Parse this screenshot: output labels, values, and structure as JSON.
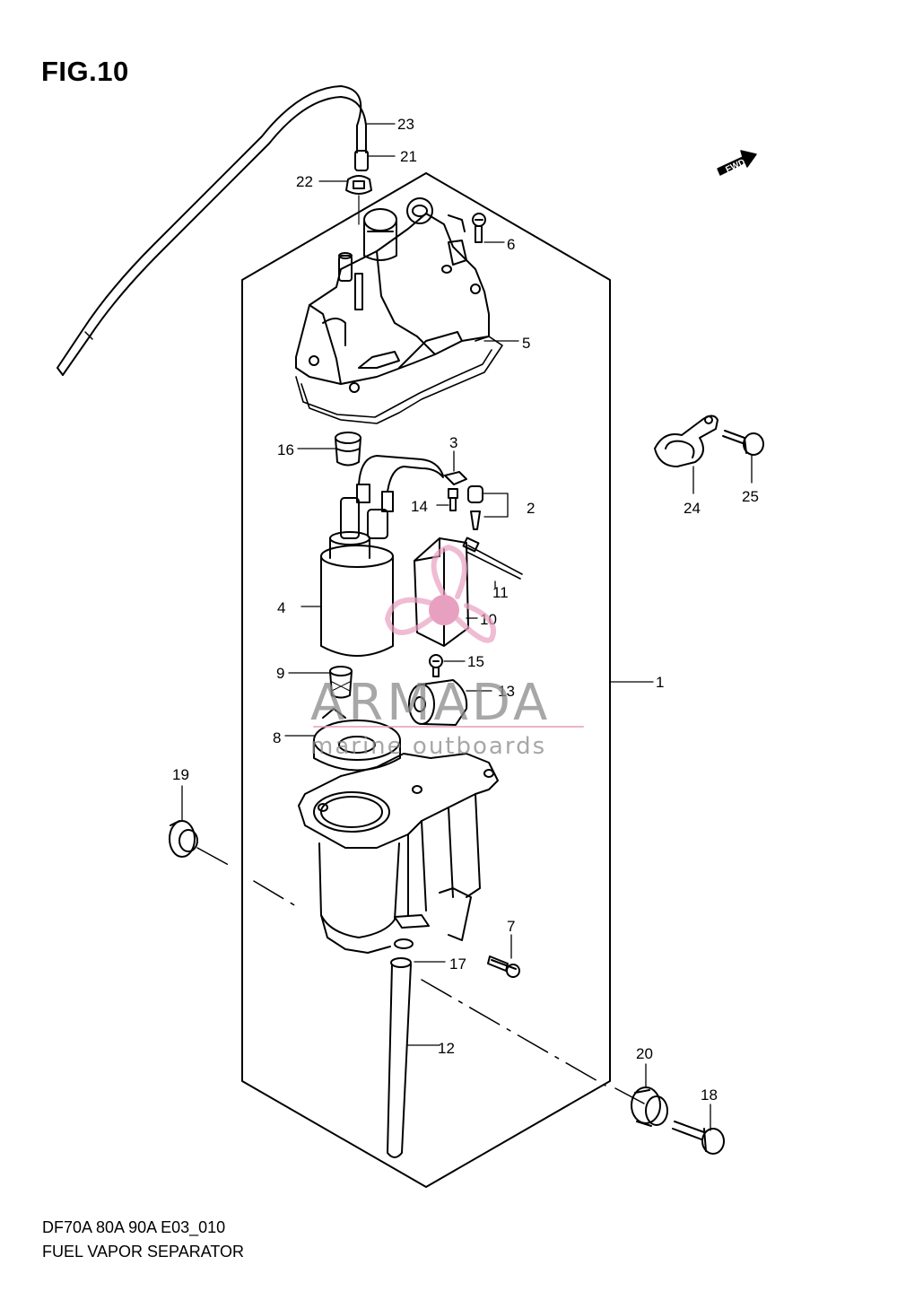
{
  "header": {
    "figure": "FIG.10"
  },
  "footer": {
    "model": "DF70A 80A 90A E03_010",
    "title": "FUEL VAPOR SEPARATOR"
  },
  "fwd_label": "FWD",
  "watermark": {
    "brand": "ARMADA",
    "tagline": "marine outboards",
    "color": "#e8a0c0"
  },
  "callouts": [
    "1",
    "2",
    "3",
    "4",
    "5",
    "6",
    "7",
    "8",
    "9",
    "10",
    "11",
    "12",
    "13",
    "14",
    "15",
    "16",
    "17",
    "18",
    "19",
    "20",
    "21",
    "22",
    "23",
    "24",
    "25"
  ]
}
